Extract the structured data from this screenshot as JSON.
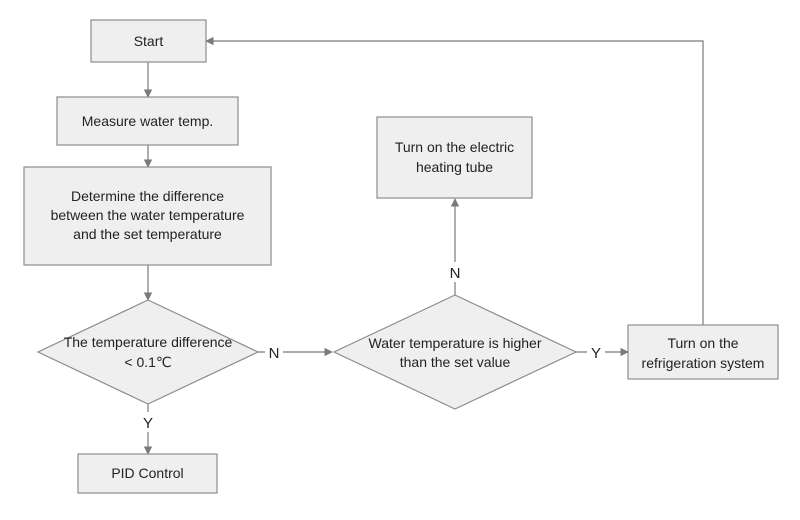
{
  "colors": {
    "node_fill": "#efefef",
    "node_stroke": "#8c8c8c",
    "connector": "#7a7a7a",
    "text": "#222222"
  },
  "nodes": {
    "start": {
      "lines": [
        "Start"
      ]
    },
    "measure": {
      "lines": [
        "Measure water temp."
      ]
    },
    "determine": {
      "lines": [
        "Determine the difference",
        "between the water temperature",
        "and the set temperature"
      ]
    },
    "decision_diff": {
      "lines": [
        "The temperature difference",
        "< 0.1℃"
      ]
    },
    "pid": {
      "lines": [
        "PID Control"
      ]
    },
    "decision_higher": {
      "lines": [
        "Water temperature is higher",
        "than the set value"
      ]
    },
    "heating": {
      "lines": [
        "Turn on the electric",
        "heating tube"
      ]
    },
    "refrigeration": {
      "lines": [
        "Turn on the",
        "refrigeration system"
      ]
    }
  },
  "edge_labels": {
    "diff_no": "N",
    "diff_yes": "Y",
    "higher_no": "N",
    "higher_yes": "Y"
  }
}
